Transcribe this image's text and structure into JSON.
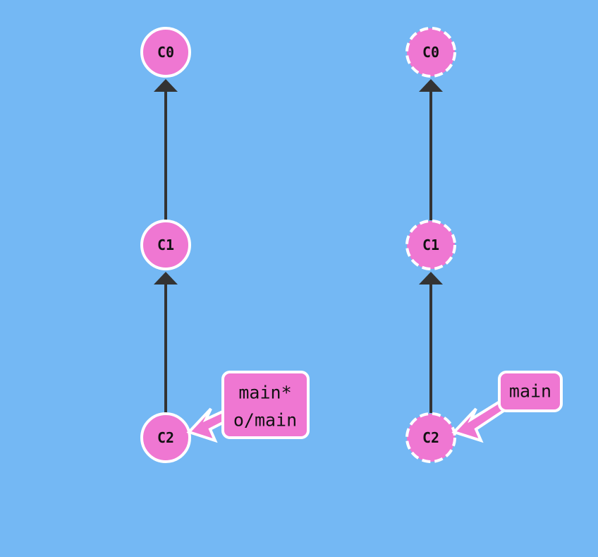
{
  "colors": {
    "background": "#74b8f4",
    "commit_fill": "#ef77d2",
    "commit_stroke": "#ffffff",
    "edge": "#333333",
    "branch_fill": "#ef77d2",
    "branch_stroke": "#ffffff",
    "text": "#111111"
  },
  "local_repo": {
    "commits": [
      {
        "id": "C0"
      },
      {
        "id": "C1"
      },
      {
        "id": "C2"
      }
    ],
    "edges": [
      {
        "from": "C1",
        "to": "C0"
      },
      {
        "from": "C2",
        "to": "C1"
      }
    ],
    "branch_label": {
      "line1": "main*",
      "line2": "o/main",
      "points_to": "C2"
    }
  },
  "remote_repo": {
    "commits": [
      {
        "id": "C0"
      },
      {
        "id": "C1"
      },
      {
        "id": "C2"
      }
    ],
    "edges": [
      {
        "from": "C1",
        "to": "C0"
      },
      {
        "from": "C2",
        "to": "C1"
      }
    ],
    "commit_outline_style": "dashed",
    "branch_label": {
      "line1": "main",
      "points_to": "C2"
    }
  }
}
